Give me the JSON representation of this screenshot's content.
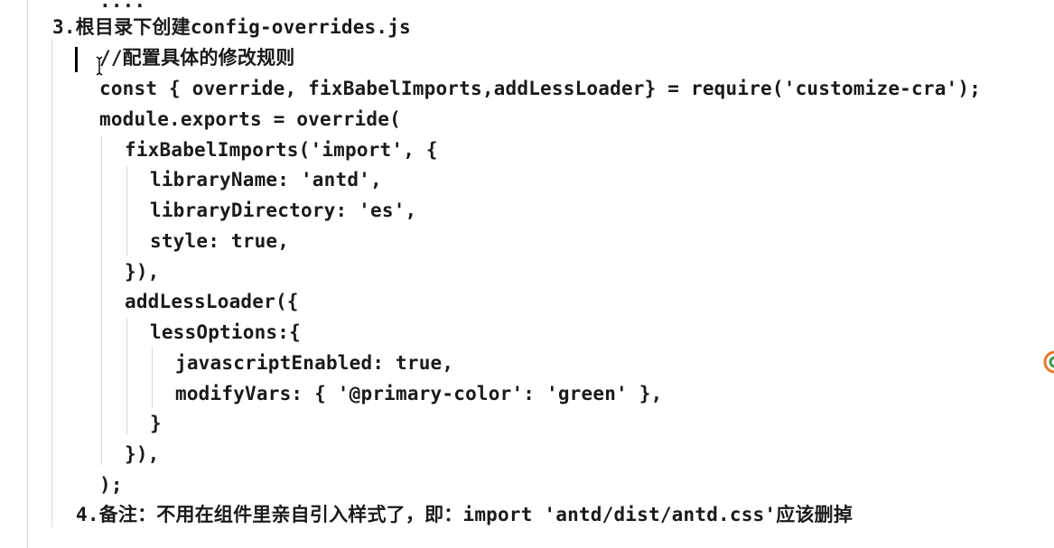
{
  "document": {
    "lines": [
      "....",
      "3.根目录下创建config-overrides.js",
      "//配置具体的修改规则",
      "const { override, fixBabelImports,addLessLoader} = require('customize-cra');",
      "module.exports = override(",
      "fixBabelImports('import', {",
      "libraryName: 'antd',",
      "libraryDirectory: 'es',",
      "style: true,",
      "}),",
      "addLessLoader({",
      "lessOptions:{",
      "javascriptEnabled: true,",
      "modifyVars: { '@primary-color': 'green' },",
      "}",
      "}),",
      ");",
      "4.备注：不用在组件里亲自引入样式了，即：import 'antd/dist/antd.css'应该删掉"
    ]
  },
  "icons": {
    "text_cursor": "text-cursor-icon",
    "edge_widget": "edge-widget-icon"
  },
  "colors": {
    "text": "#1a1a1a",
    "guide": "#d8d8d8",
    "edge_widget_orange": "#e8782a",
    "edge_widget_green": "#3a9a4a"
  }
}
